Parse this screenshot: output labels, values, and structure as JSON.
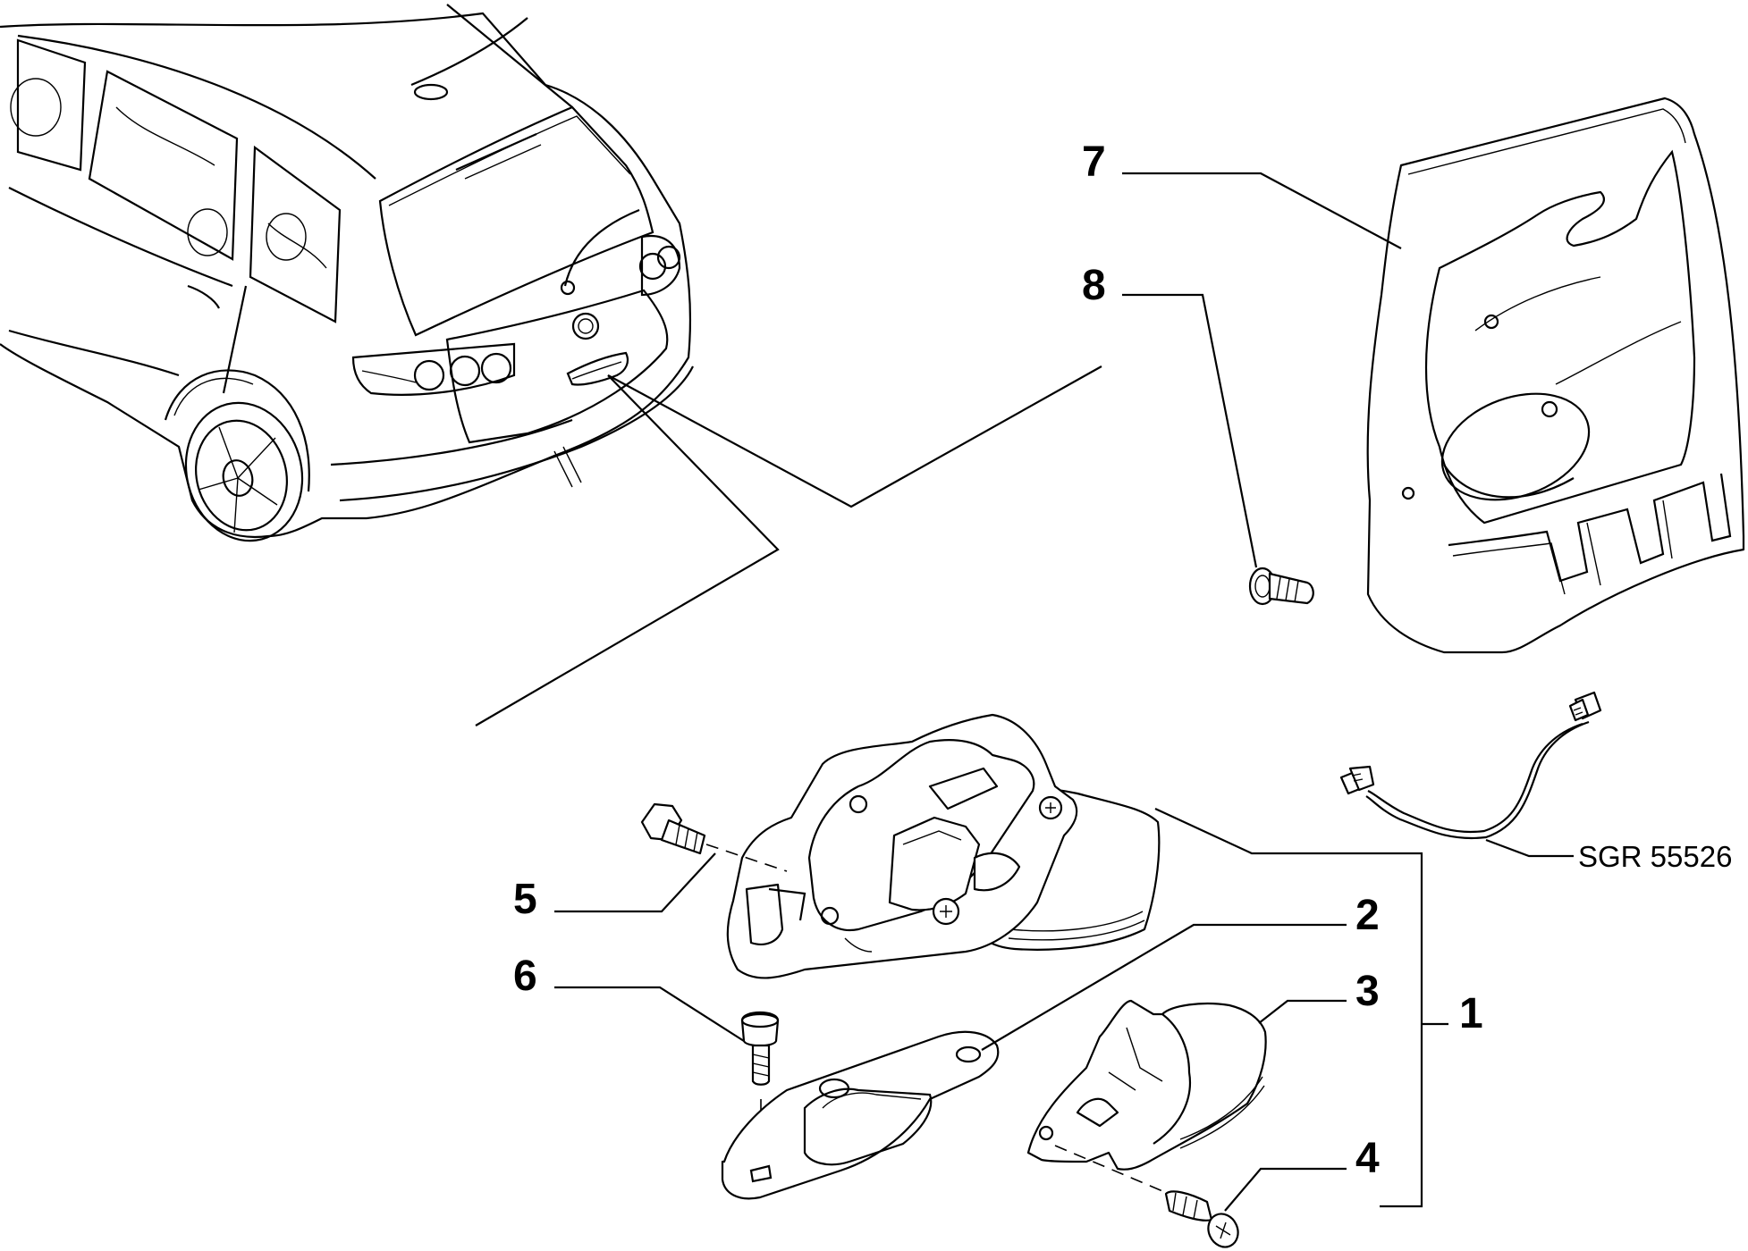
{
  "diagram": {
    "callouts": [
      {
        "id": "1",
        "label": "1"
      },
      {
        "id": "2",
        "label": "2"
      },
      {
        "id": "3",
        "label": "3"
      },
      {
        "id": "4",
        "label": "4"
      },
      {
        "id": "5",
        "label": "5"
      },
      {
        "id": "6",
        "label": "6"
      },
      {
        "id": "7",
        "label": "7"
      },
      {
        "id": "8",
        "label": "8"
      }
    ],
    "part_code": "SGR 55526"
  }
}
